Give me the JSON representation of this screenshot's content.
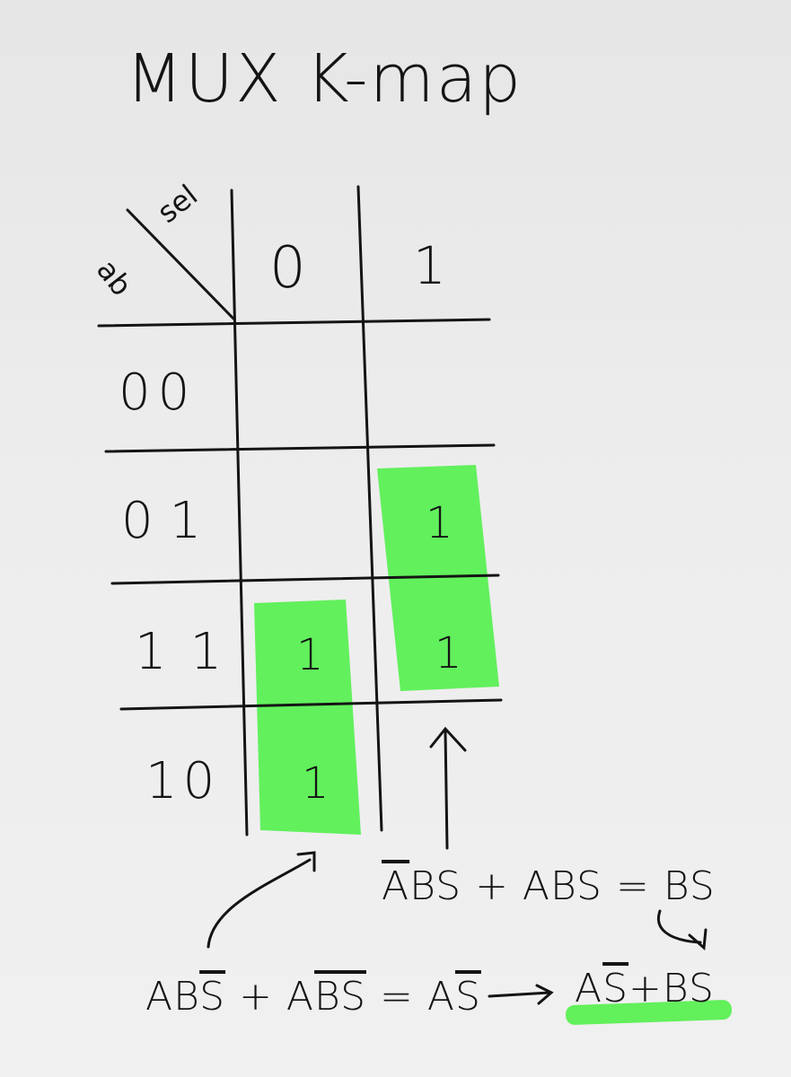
{
  "title": "MUX K-map",
  "corner": {
    "col_var": "sel",
    "row_var": "ab"
  },
  "columns": [
    "0",
    "1"
  ],
  "rows": [
    {
      "label": "00",
      "cells": [
        "",
        ""
      ]
    },
    {
      "label": "01",
      "cells": [
        "",
        "1"
      ]
    },
    {
      "label": "11",
      "cells": [
        "1",
        "1"
      ]
    },
    {
      "label": "10",
      "cells": [
        "1",
        ""
      ]
    }
  ],
  "highlight_color": "#4ff049",
  "equations": {
    "right_group": {
      "lhs1": "A",
      "lhs1_rest": "BS + ABS = BS"
    },
    "left_group": {
      "part1": "AB",
      "part1_bar": "S",
      "part2": " + A",
      "part2_bar": "BS",
      "part3": " = A",
      "part3_bar": "S"
    },
    "arrow_text": "⟶",
    "result": {
      "a": "A",
      "a_bar": "S",
      "plus": "+BS"
    }
  }
}
